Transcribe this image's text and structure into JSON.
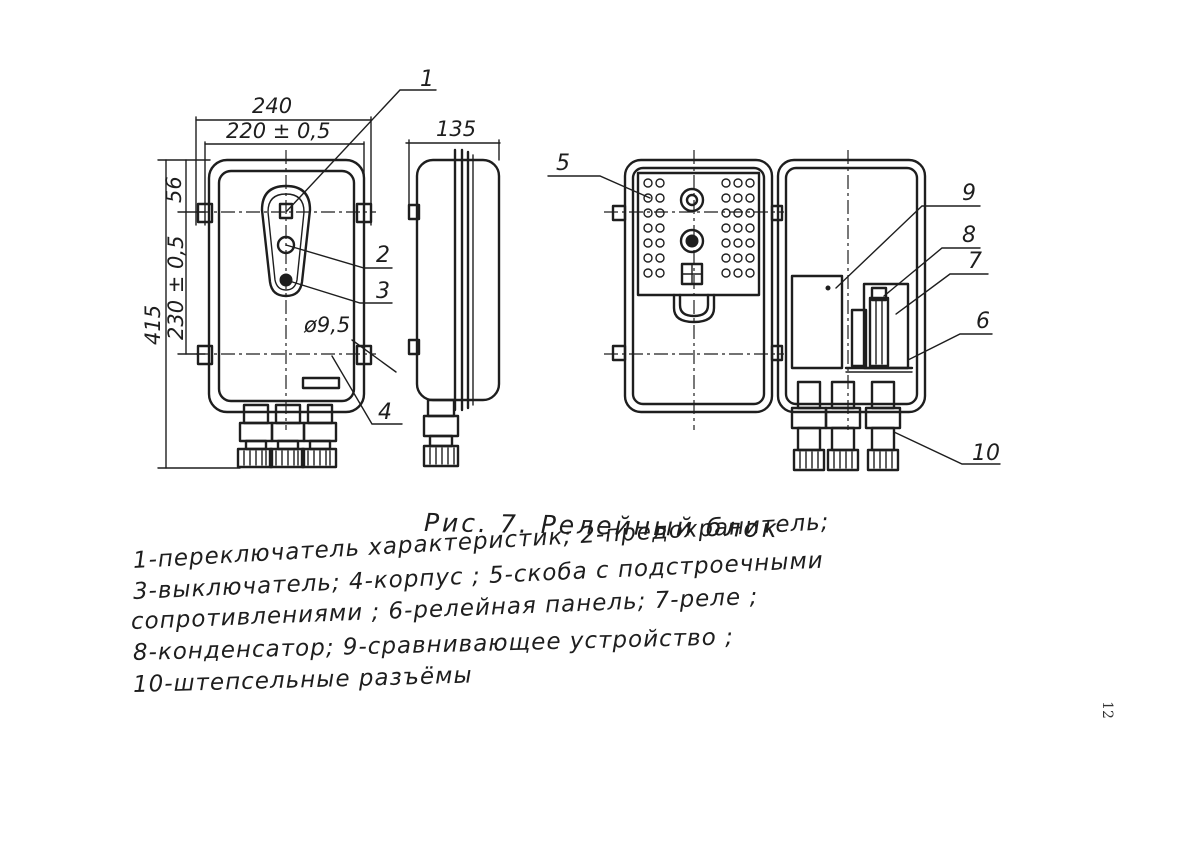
{
  "figure": {
    "dimensions": {
      "width_total": "240",
      "width_mount": "220 ± 0,5",
      "depth": "135",
      "top_offset": "56",
      "height_mount": "230 ± 0,5",
      "height_total": "415",
      "hole_diameter": "ø9,5"
    },
    "callouts": [
      "1",
      "2",
      "3",
      "4",
      "5",
      "6",
      "7",
      "8",
      "9",
      "10"
    ]
  },
  "caption": {
    "title": "Рис. 7.   Релейный   блок",
    "line1": "1-переключатель характеристик; 2-предохранитель;",
    "line2": "3-выключатель; 4-корпус ; 5-скоба с подстроечными",
    "line3": "сопротивлениями ; 6-релейная панель; 7-реле ;",
    "line4": "8-конденсатор; 9-сравнивающее устройство ;",
    "line5": "10-штепсельные разъёмы"
  },
  "page_number": "12"
}
